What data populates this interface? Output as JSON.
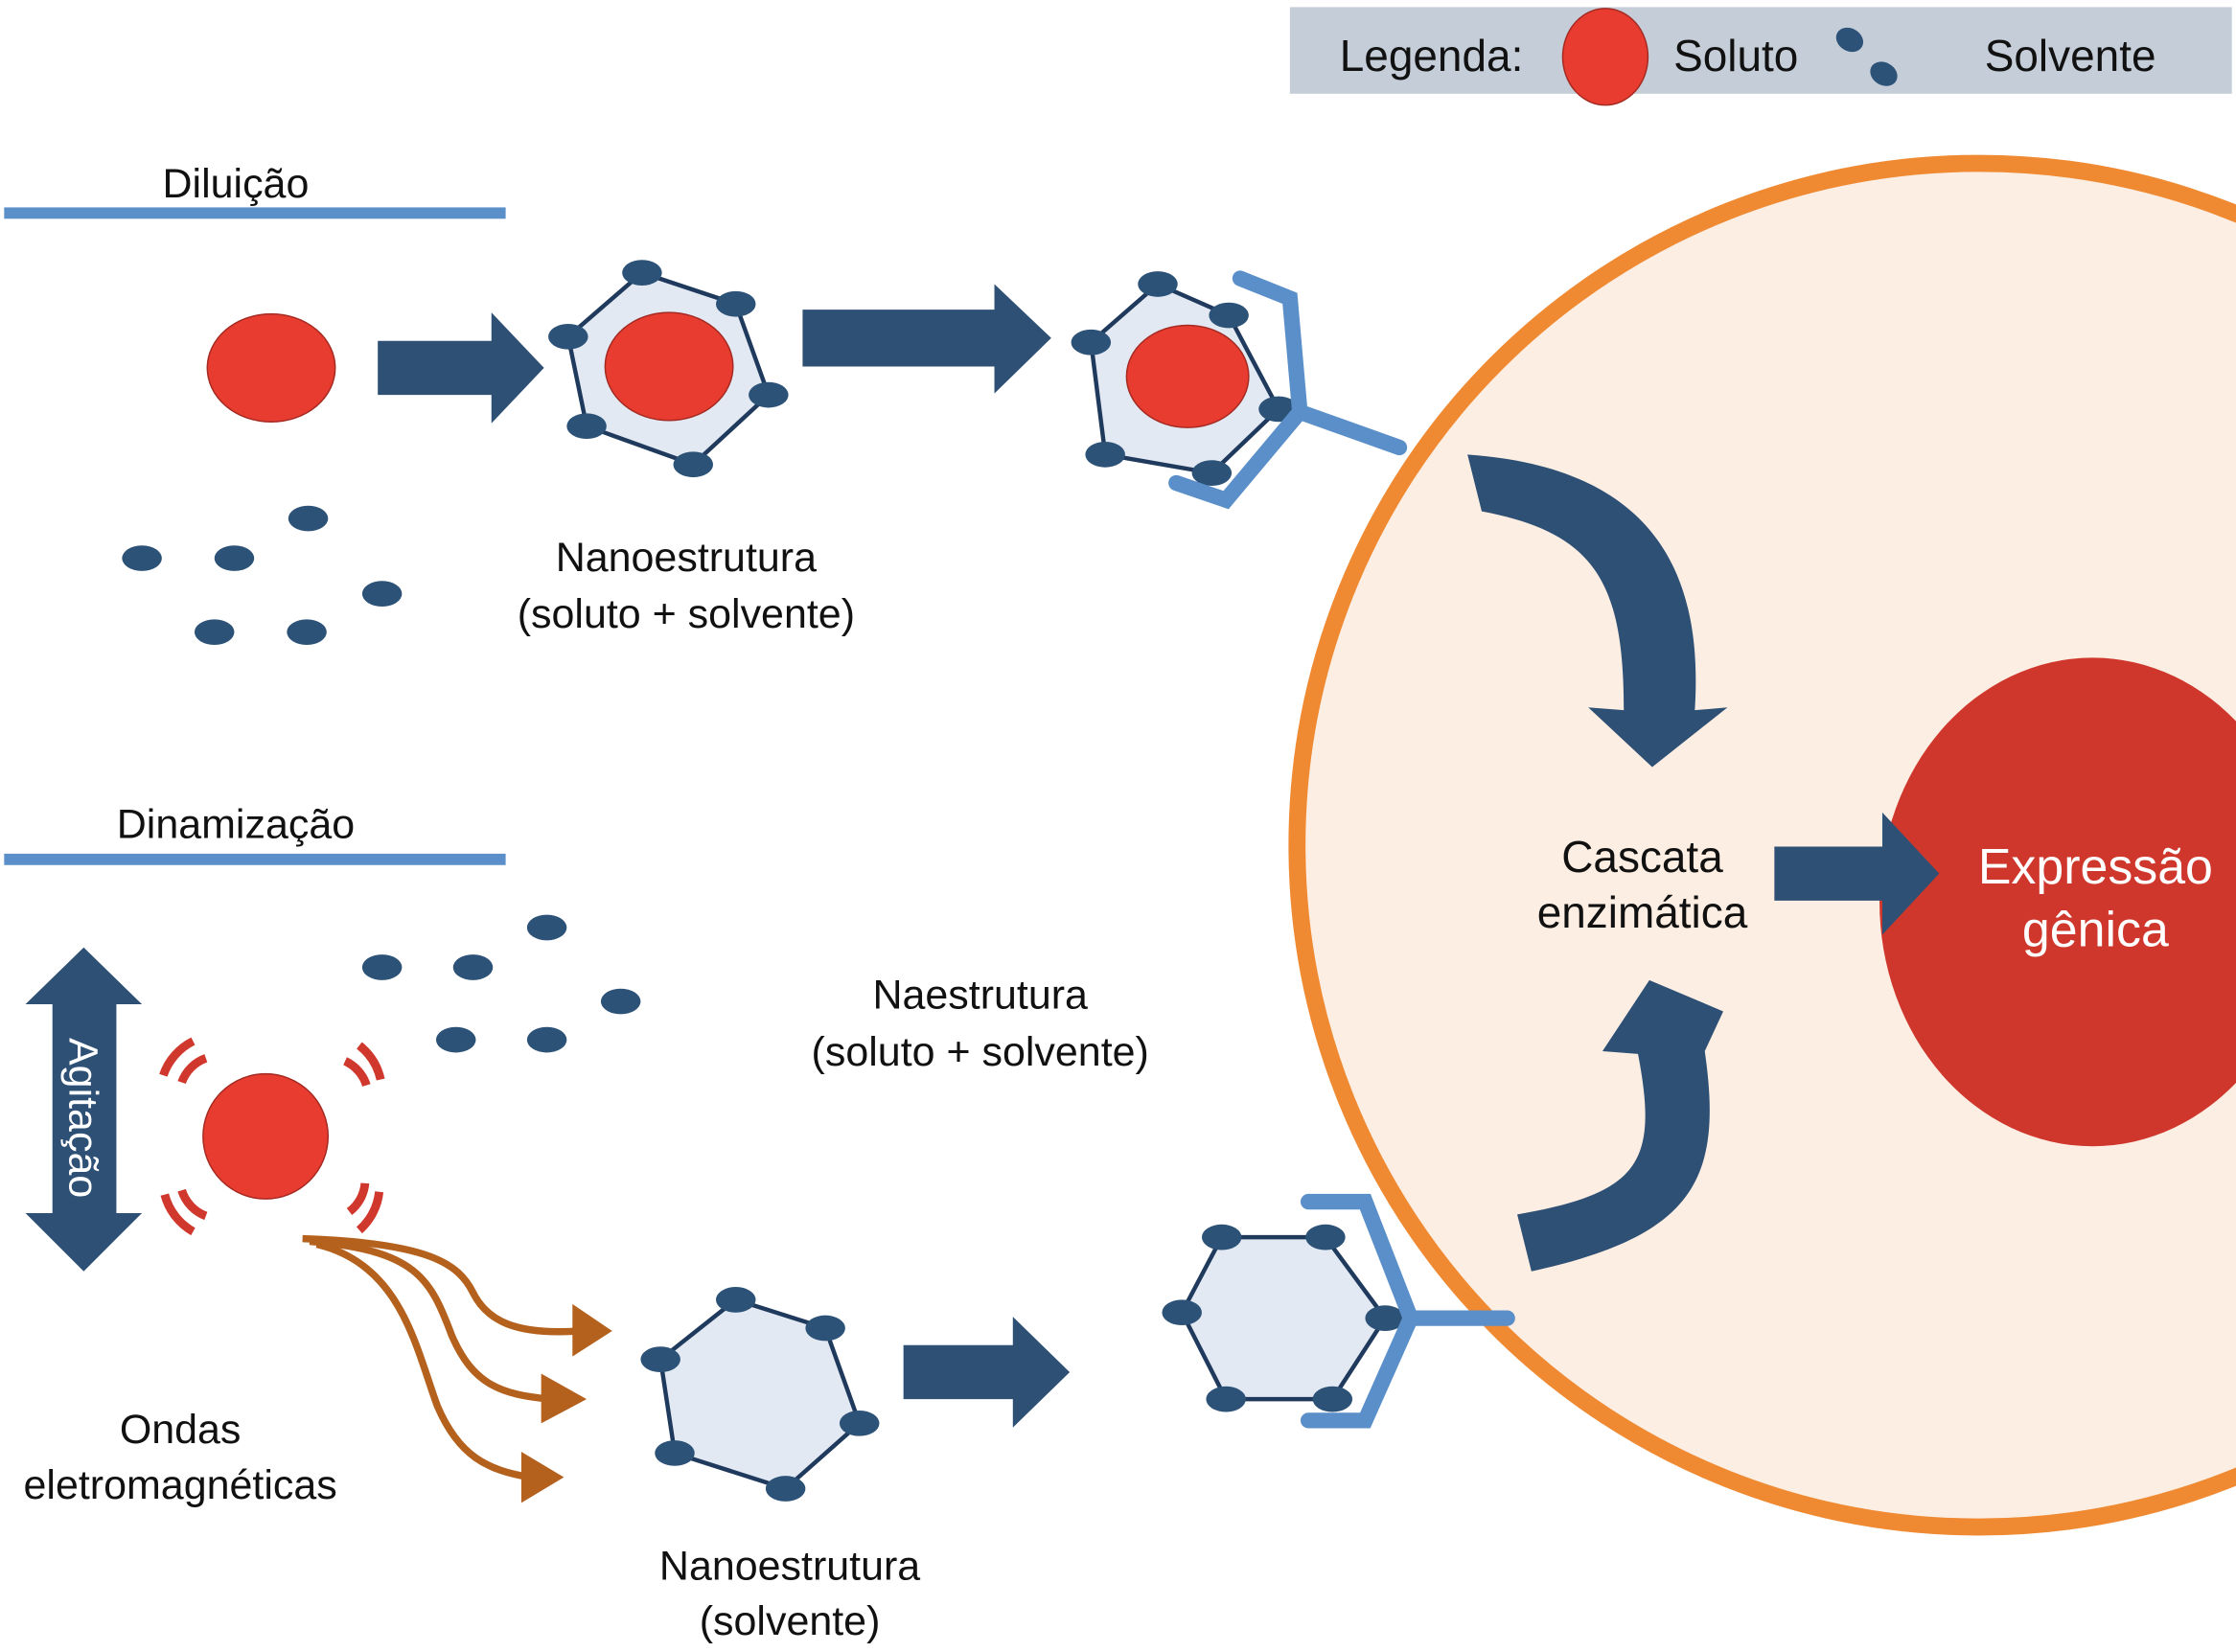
{
  "legend": {
    "title": "Legenda:",
    "solute_label": "Soluto",
    "solvent_label": "Solvente"
  },
  "sections": {
    "dilution": {
      "title": "Diluição",
      "nanostructure_line1": "Nanoestrutura",
      "nanostructure_line2": "(soluto + solvente)"
    },
    "dynamization": {
      "title": "Dinamização",
      "agitation_label": "Agitação",
      "nanostructure_line1": "Naestrutura",
      "nanostructure_line2": "(soluto + solvente)",
      "waves_line1": "Ondas",
      "waves_line2": "eletromagnéticas",
      "solvent_nano_line1": "Nanoestrutura",
      "solvent_nano_line2": "(solvente)"
    }
  },
  "cell": {
    "cascade_line1": "Cascata",
    "cascade_line2": "enzimática",
    "nucleus_line1": "Expressão",
    "nucleus_line2": "gênica"
  },
  "colors": {
    "solute": "#e83c30",
    "solvent": "#2d5278",
    "arrow": "#2e5075",
    "section_line": "#5b8fc9",
    "receptor": "#5a8fc9",
    "cell_membrane": "#ef8a33",
    "cytoplasm": "#fdeee3",
    "nucleus": "#cf372c",
    "waves": "#b5611e",
    "legend_bg": "#c4cdd8",
    "nano_fill": "#e2e9f3"
  }
}
